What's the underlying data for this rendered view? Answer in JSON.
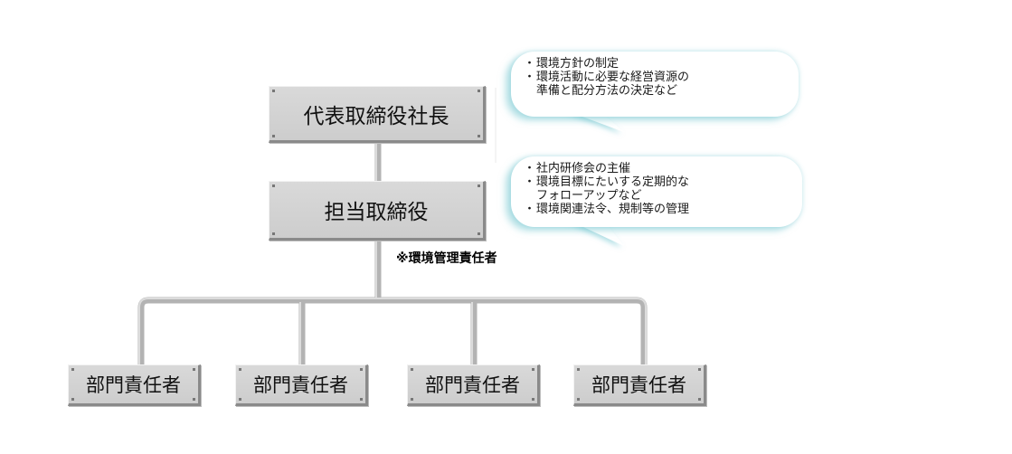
{
  "org_chart": {
    "president": "代表取締役社長",
    "director": "担当取締役",
    "director_note": "※環境管理責任者",
    "departments": [
      "部門責任者",
      "部門責任者",
      "部門責任者",
      "部門責任者"
    ]
  },
  "bubbles": [
    {
      "lines": [
        {
          "bullet": "・",
          "text": "環境方針の制定"
        },
        {
          "bullet": "・",
          "text": "環境活動に必要な経営資源の"
        },
        {
          "bullet": "",
          "text": "準備と配分方法の決定など"
        }
      ]
    },
    {
      "lines": [
        {
          "bullet": "・",
          "text": "社内研修会の主催"
        },
        {
          "bullet": "・",
          "text": "環境目標にたいする定期的な"
        },
        {
          "bullet": "",
          "text": "フォローアップなど"
        },
        {
          "bullet": "・",
          "text": "環境関連法令、規制等の管理"
        }
      ]
    }
  ],
  "colors": {
    "box_fill": "#d4d4d4",
    "connector": "#b5b5b5",
    "bubble_glow": "#78c8d2"
  }
}
